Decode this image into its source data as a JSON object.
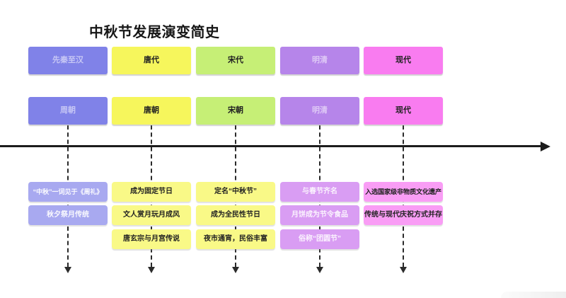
{
  "title": "中秋节发展演变简史",
  "axis": {
    "direction": "right",
    "color": "#1c1c1c",
    "dash_color": "#2b2b2b"
  },
  "columns": [
    {
      "era": "先秦至汉",
      "dynasty": "周朝",
      "era_fill": "#8082e8",
      "event_fill": "#a8a9f0",
      "events": [
        "“中秋”一词见于《周礼》",
        "秋夕祭月传统"
      ]
    },
    {
      "era": "唐代",
      "dynasty": "唐朝",
      "era_fill": "#f6f65c",
      "event_fill": "#f9f987",
      "events": [
        "成为固定节日",
        "文人赏月玩月成风",
        "唐玄宗与月宫传说"
      ]
    },
    {
      "era": "宋代",
      "dynasty": "宋朝",
      "era_fill": "#c6ef76",
      "event_fill": "#f9f987",
      "events": [
        "定名“中秋节”",
        "成为全民性节日",
        "夜市通宵，民俗丰富"
      ]
    },
    {
      "era": "明清",
      "dynasty": "明清",
      "era_fill": "#b685ea",
      "event_fill": "#d99df3",
      "events": [
        "与春节齐名",
        "月饼成为节令食品",
        "俗称“团圆节”"
      ]
    },
    {
      "era": "现代",
      "dynasty": "现代",
      "era_fill": "#f97cf0",
      "event_fill": "#f99df5",
      "events": [
        "入选国家级非物质文化遗产",
        "传统与现代庆祝方式并存"
      ]
    }
  ]
}
